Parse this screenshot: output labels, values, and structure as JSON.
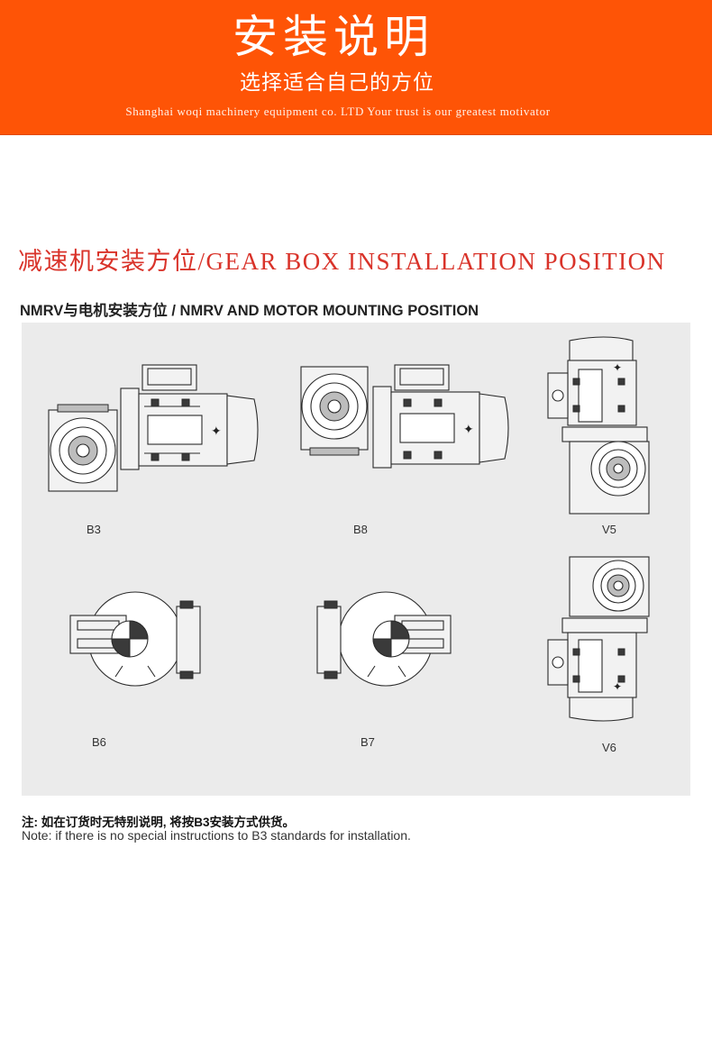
{
  "banner": {
    "title": "安装说明",
    "subtitle": "选择适合自己的方位",
    "tagline": "Shanghai woqi machinery equipment co. LTD Your trust is our greatest motivator"
  },
  "section_title": "减速机安装方位/GEAR BOX INSTALLATION POSITION",
  "sub_title": "NMRV与电机安装方位 / NMRV AND MOTOR MOUNTING POSITION",
  "positions": [
    {
      "label": "B3"
    },
    {
      "label": "B8"
    },
    {
      "label": "V5"
    },
    {
      "label": "B6"
    },
    {
      "label": "B7"
    },
    {
      "label": "V6"
    }
  ],
  "note_cn": "注: 如在订货时无特别说明, 将按B3安装方式供货。",
  "note_en": "Note: if there is no special instructions to B3 standards for installation.",
  "colors": {
    "banner": "#fe5406",
    "section_title": "#d9332a",
    "panel": "#ebebeb"
  }
}
